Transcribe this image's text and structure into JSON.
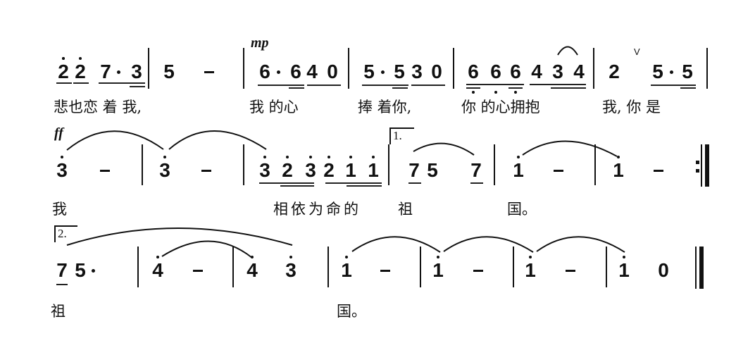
{
  "score": {
    "type": "jianpu",
    "rows": [
      {
        "id": "row1",
        "notes_text": "2̇ 2̇ 7· 3 | 5 - | 6· 6 4 0 | 5· 5 3 0 | 6̣ 6̣ 6̣ 4 3 4 | 2 5· 5 |",
        "dynamics": [
          "mp"
        ],
        "breath_mark": "V",
        "lyrics": [
          "悲也恋 着 我,",
          "我 的心",
          "捧 着你,",
          "你 的心拥抱",
          "我, 你 是"
        ]
      },
      {
        "id": "row2",
        "notes_text": "3̇ - | 3̇ - | 3̇ 2̇ 3̇ 2̇ 1̇ 1̇ |1. 7 5 7 | 1̇ - | 1̇ - :||",
        "dynamics": [
          "ff"
        ],
        "volta": "1.",
        "lyrics": [
          "我",
          "相依为命的",
          "祖",
          "国。"
        ]
      },
      {
        "id": "row3",
        "notes_text": "|2. 7 5· | 4̇ - | 4̇ 3̇ | 1̇ - | 1̇ - | 1̇ - | 1̇ 0 ||",
        "volta": "2.",
        "lyrics": [
          "祖",
          "国。"
        ]
      }
    ],
    "glyphs": {
      "r1": [
        "2",
        "2",
        "7",
        "3",
        "5",
        "6",
        "6",
        "4",
        "0",
        "5",
        "5",
        "3",
        "0",
        "6",
        "6",
        "6",
        "4",
        "3",
        "4",
        "2",
        "5",
        "5"
      ],
      "r2": [
        "3",
        "3",
        "3",
        "2",
        "3",
        "2",
        "1",
        "1",
        "7",
        "5",
        "7",
        "1",
        "1"
      ],
      "r3": [
        "7",
        "5",
        "4",
        "4",
        "3",
        "1",
        "1",
        "1",
        "1",
        "0"
      ],
      "dash": "-"
    },
    "labels": {
      "mp": "mp",
      "ff": "ff",
      "volta1": "1.",
      "volta2": "2.",
      "breath": "V",
      "r1_lyric_a": "悲也恋 着 我,",
      "r1_lyric_b": "我 的心",
      "r1_lyric_c": "捧 着你,",
      "r1_lyric_d": "你 的心拥抱",
      "r1_lyric_e": "我, 你 是",
      "r2_lyric_a": "我",
      "r2_lyric_b": "相依为命的",
      "r2_lyric_c": "祖",
      "r2_lyric_d": "国。",
      "r3_lyric_a": "祖",
      "r3_lyric_b": "国。"
    }
  }
}
